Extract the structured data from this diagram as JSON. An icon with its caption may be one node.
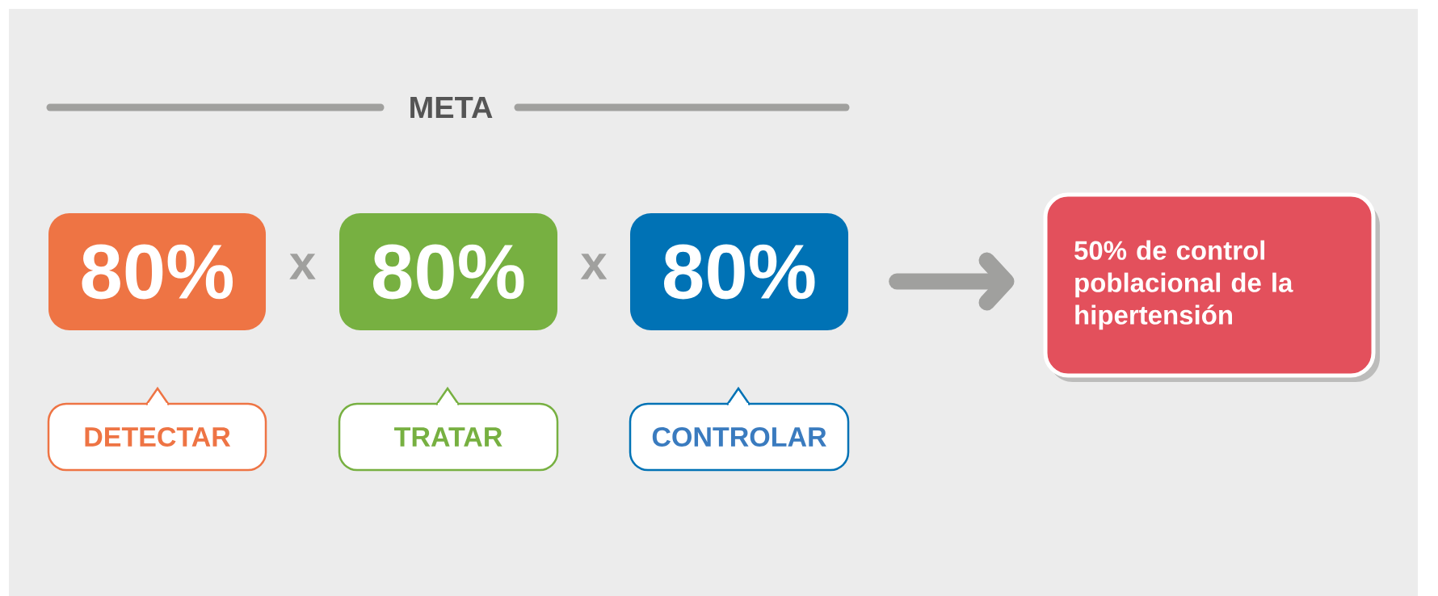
{
  "diagram": {
    "title": "META",
    "nodes": [
      {
        "text": [
          "80%"
        ]
      },
      {
        "text": [
          "80%"
        ]
      },
      {
        "text": [
          "80%"
        ]
      },
      {
        "text": [
          "DETECTAR"
        ]
      },
      {
        "text": [
          "TRATAR"
        ]
      },
      {
        "text": [
          "CONTROLAR"
        ]
      },
      {
        "text": [
          "50% de control poblacional de la hipertensión"
        ]
      }
    ],
    "edges": [
      {
        "from": 2,
        "to": 6,
        "arrow": "to"
      }
    ],
    "labels": [
      "x",
      "x"
    ]
  }
}
